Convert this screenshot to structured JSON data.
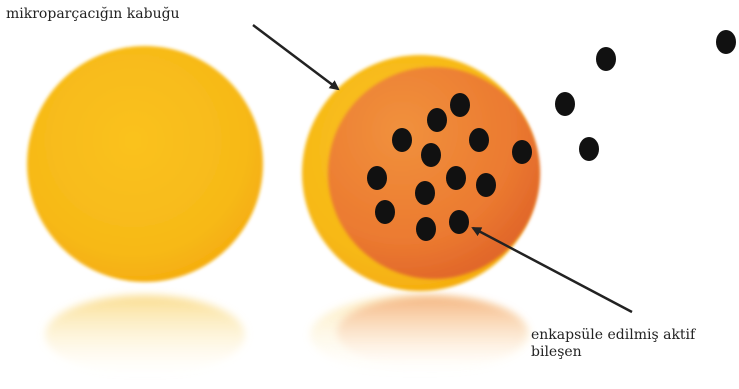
{
  "labels": {
    "shell": "mikroparçacığın kabuğu",
    "active_line1": "enkapsüle edilmiş aktif",
    "active_line2": "bileşen"
  },
  "colors": {
    "background": "#ffffff",
    "shell": "#f7b918",
    "core": "#ec7a30",
    "particle": "#111111",
    "arrow": "#222222",
    "text": "#222222"
  },
  "icons": {
    "particle": "black-dot",
    "arrow": "arrow-line"
  }
}
